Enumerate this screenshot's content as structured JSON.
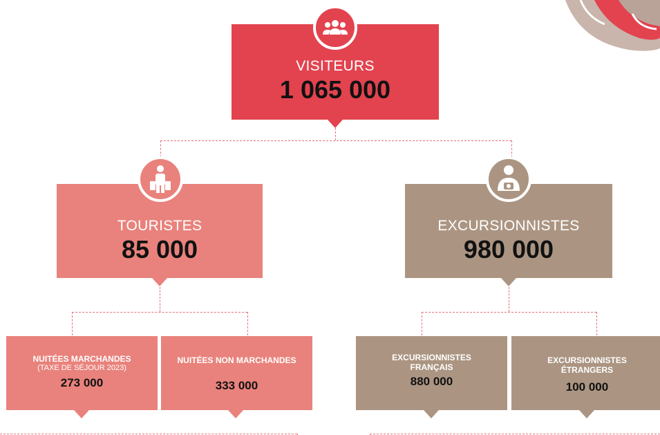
{
  "visiteurs": {
    "label": "VISITEURS",
    "value": "1 065 000"
  },
  "touristes": {
    "label": "TOURISTES",
    "value": "85 000"
  },
  "excursionnistes": {
    "label": "EXCURSIONNISTES",
    "value": "980 000"
  },
  "nuitees_marchandes": {
    "title": "NUITÉES MARCHANDES",
    "subtitle": "(TAXE DE SÉJOUR 2023)",
    "value": "273 000"
  },
  "nuitees_non_marchandes": {
    "title": "NUITÉES NON MARCHANDES",
    "value": "333 000"
  },
  "excursionnistes_francais": {
    "title_line1": "EXCURSIONNISTES",
    "title_line2": "FRANÇAIS",
    "value": "880 000"
  },
  "excursionnistes_etrangers": {
    "title_line1": "EXCURSIONNISTES",
    "title_line2": "ÉTRANGERS",
    "value": "100 000"
  },
  "colors": {
    "red": "#e2434f",
    "pink": "#e9827c",
    "taupe": "#ab9582",
    "dash": "#e2707a"
  },
  "icons": {
    "visiteurs": "group-icon",
    "touristes": "tourist-luggage-icon",
    "excursionnistes": "photographer-icon"
  }
}
